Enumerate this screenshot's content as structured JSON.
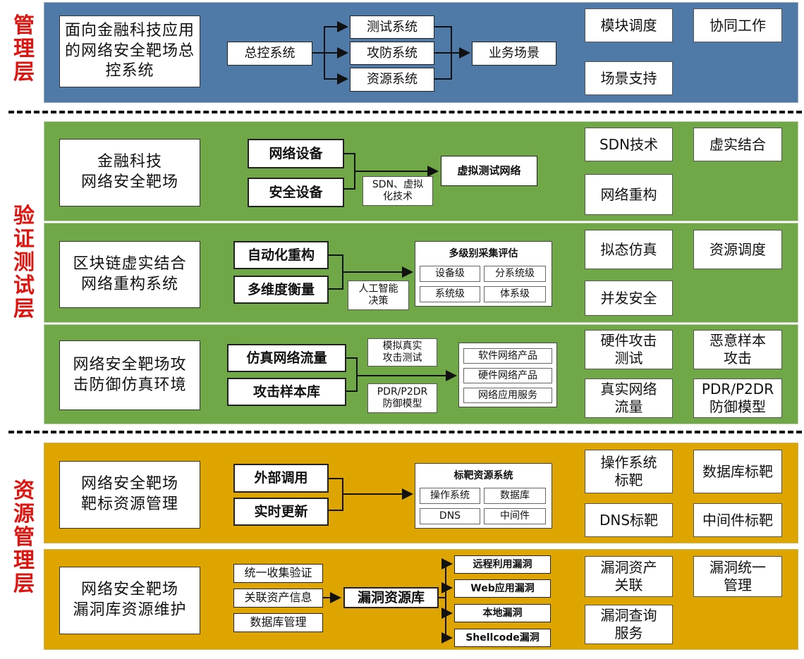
{
  "layers": {
    "management": "管\n理\n层",
    "verification": "验\n证\n测\n试\n层",
    "resource": "资\n源\n管\n理\n层"
  },
  "mgmt": {
    "main": "面向金融科技应用的网络安全靶场总控系统",
    "control": "总控系统",
    "test": "测试系统",
    "attack": "攻防系统",
    "resource": "资源系统",
    "scene": "业务场景",
    "right": [
      "模块调度",
      "协同工作",
      "场景支持"
    ]
  },
  "verify1": {
    "main": "金融科技\n网络安全靶场",
    "net": "网络设备",
    "sec": "安全设备",
    "virt": "虚拟测试网络",
    "sdn": "SDN、虚拟\n化技术",
    "right": [
      "SDN技术",
      "虚实结合",
      "网络重构"
    ]
  },
  "verify2": {
    "main": "区块链虚实结合\n网络重构系统",
    "auto": "自动化重构",
    "multi": "多维度衡量",
    "ai": "人工智能\n决策",
    "eval_title": "多级别采集评估",
    "eval": [
      "设备级",
      "分系统级",
      "系统级",
      "体系级"
    ],
    "right": [
      "拟态仿真",
      "资源调度",
      "并发安全"
    ]
  },
  "verify3": {
    "main": "网络安全靶场攻\n击防御仿真环境",
    "traffic": "仿真网络流量",
    "sample": "攻击样本库",
    "sim_attack": "模拟真实\n攻击测试",
    "pdr": "PDR/P2DR\n防御模型",
    "products": [
      "软件网络产品",
      "硬件网络产品",
      "网络应用服务"
    ],
    "right": [
      "硬件攻击\n测试",
      "恶意样本\n攻击",
      "真实网络\n流量",
      "PDR/P2DR\n防御模型"
    ]
  },
  "res1": {
    "main": "网络安全靶场\n靶标资源管理",
    "external": "外部调用",
    "realtime": "实时更新",
    "sys_title": "标靶资源系统",
    "sys": [
      "操作系统",
      "数据库",
      "DNS",
      "中间件"
    ],
    "right": [
      "操作系统\n标靶",
      "数据库标靶",
      "DNS标靶",
      "中间件标靶"
    ]
  },
  "res2": {
    "main": "网络安全靶场\n漏洞库资源维护",
    "left": [
      "统一收集验证",
      "关联资产信息",
      "数据库管理"
    ],
    "center": "漏洞资源库",
    "out": [
      "远程利用漏洞",
      "Web应用漏洞",
      "本地漏洞",
      "Shellcode漏洞"
    ],
    "right": [
      "漏洞资产\n关联",
      "漏洞统一\n管理",
      "漏洞查询\n服务"
    ]
  },
  "colors": {
    "management_band": "#4f79a7",
    "verification_band": "#70a847",
    "resource_band": "#dea400",
    "layer_label": "#e0140f"
  }
}
